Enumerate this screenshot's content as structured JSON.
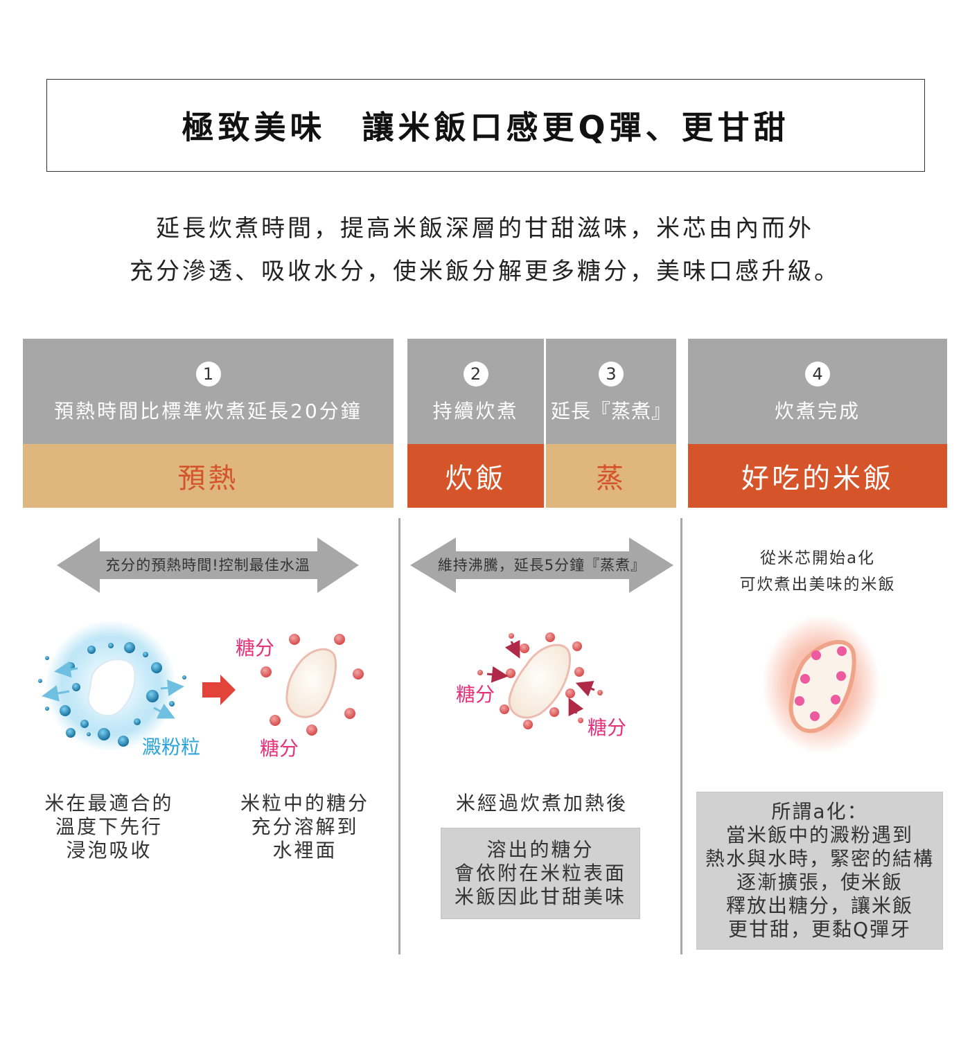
{
  "title": "極致美味　讓米飯口感更Q彈、更甘甜",
  "intro": {
    "line1": "延長炊煮時間，提高米飯深層的甘甜滋味，米芯由內而外",
    "line2": "充分滲透、吸收水分，使米飯分解更多糖分，美味口感升級。"
  },
  "steps": [
    {
      "num": "1",
      "label": "預熱時間比標準炊煮延長20分鐘",
      "phase": "預熱"
    },
    {
      "num": "2",
      "label": "持續炊煮",
      "phase": "炊飯"
    },
    {
      "num": "3",
      "label": "延長『蒸煮』",
      "phase": "蒸"
    },
    {
      "num": "4",
      "label": "炊煮完成",
      "phase": "好吃的米飯"
    }
  ],
  "arrows": {
    "preheat": "充分的預熱時間!控制最佳水溫",
    "boil": "維持沸騰，延長5分鐘『蒸煮』"
  },
  "final_note": {
    "line1": "從米芯開始a化",
    "line2": "可炊煮出美味的米飯"
  },
  "labels": {
    "sugar": "糖分",
    "starch": "澱粉粒"
  },
  "captions": {
    "soak": [
      "米在最適合的",
      "溫度下先行",
      "浸泡吸收"
    ],
    "dissolve": [
      "米粒中的糖分",
      "充分溶解到",
      "水裡面"
    ],
    "after_heat": "米經過炊煮加熱後"
  },
  "boxes": {
    "sugar_box": [
      "溶出的糖分",
      "會依附在米粒表面",
      "米飯因此甘甜美味"
    ],
    "alpha_box": [
      "所謂a化：",
      "當米飯中的澱粉遇到",
      "熱水與水時，緊密的結構",
      "逐漸擴張，使米飯",
      "釋放出糖分，讓米飯",
      "更甘甜，更黏Q彈牙"
    ]
  },
  "colors": {
    "header_gray": "#a7a7a7",
    "preheat_tan": "#deb67e",
    "accent_red": "#d5542a",
    "sugar_pink": "#e5307a",
    "starch_blue": "#2aa4dc"
  }
}
